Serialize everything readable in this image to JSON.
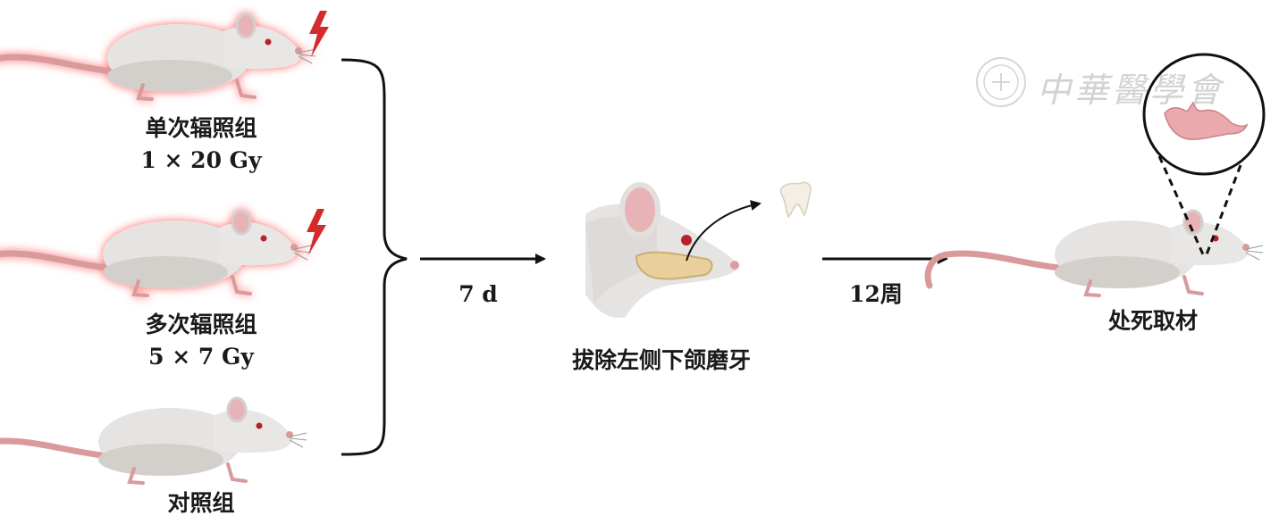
{
  "groups": [
    {
      "name": "单次辐照组",
      "dose": "1 × 20 Gy",
      "irradiated": true
    },
    {
      "name": "多次辐照组",
      "dose": "5 × 7 Gy",
      "irradiated": true
    },
    {
      "name": "对照组",
      "dose": "",
      "irradiated": false
    }
  ],
  "steps": {
    "interval1": "7 d",
    "procedure": "拔除左侧下颌磨牙",
    "interval2": "12周",
    "endpoint": "处死取材"
  },
  "watermark": {
    "text": "中華醫學會"
  },
  "colors": {
    "mouse_body": "#e6e4e2",
    "mouse_shadow": "#c9c5c1",
    "tail": "#d99a9c",
    "glow": "#ff6f6f",
    "lightning": "#d42a2a",
    "arrow": "#111111",
    "bone": "#e8cf9c",
    "jaw_pink": "#e9a9ad",
    "watermark": "#cfcfcf"
  }
}
